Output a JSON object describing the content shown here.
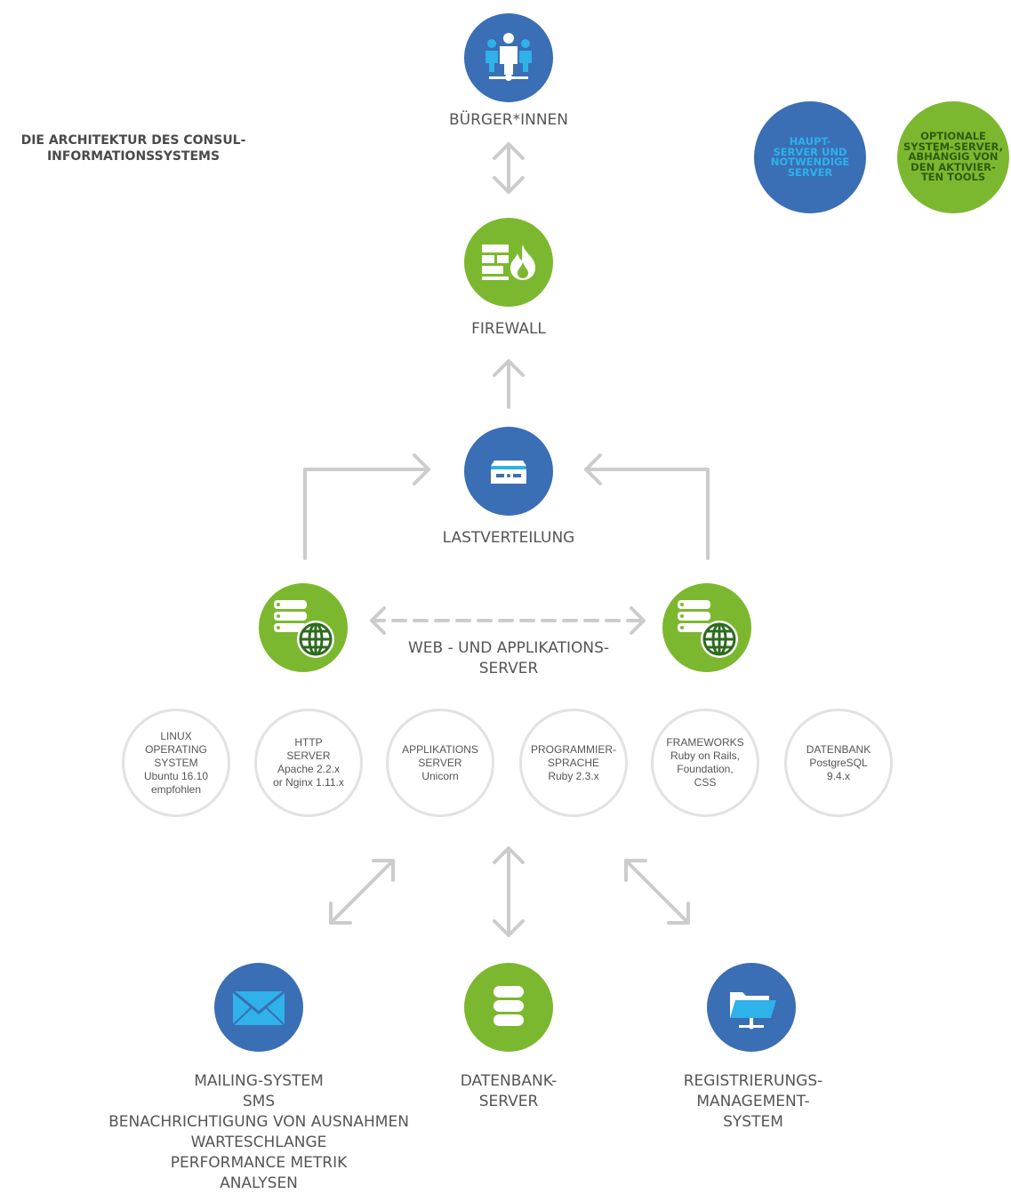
{
  "title": "DIE ARCHITEKTUR DES CONSUL-\nINFORMATIONSSYSTEMS",
  "legend": {
    "main_servers": "HAUPT-\nSERVER UND\nNOTWENDIGE\nSERVER",
    "optional_servers": "OPTIONALE\nSYSTEM-SERVER,\nABHÄNGIG VON\nDEN AKTIVIER-\nTEN TOOLS",
    "main_color": "#3a6eb5",
    "optional_color": "#7cb82f"
  },
  "nodes": {
    "citizens": {
      "label": "BÜRGER*INNEN",
      "icon": "users-network-icon"
    },
    "firewall": {
      "label": "FIREWALL",
      "icon": "firewall-icon"
    },
    "load_balancer": {
      "label": "LASTVERTEILUNG",
      "icon": "router-icon"
    },
    "web_app_servers": {
      "label": "WEB - UND APPLIKATIONS-\nSERVER",
      "icon": "server-globe-icon"
    },
    "mailing": {
      "label": "MAILING-SYSTEM\nSMS\nBENACHRICHTIGUNG VON AUSNAHMEN\nWARTESCHLANGE\nPERFORMANCE METRIK\nANALYSEN",
      "icon": "envelope-icon"
    },
    "database_server": {
      "label": "DATENBANK-\nSERVER",
      "icon": "database-icon"
    },
    "registration": {
      "label": "REGISTRIERUNGS-\nMANAGEMENT-\nSYSTEM",
      "icon": "network-folder-icon"
    }
  },
  "tech_stack": [
    {
      "title": "LINUX",
      "body": "OPERATING\nSYSTEM\nUbuntu 16.10\nempfohlen"
    },
    {
      "title": "HTTP",
      "body": "SERVER\nApache 2.2.x\nor Nginx 1.11.x"
    },
    {
      "title": "APPLIKATIONS",
      "body": "SERVER\nUnicorn"
    },
    {
      "title": "PROGRAMMIER-",
      "body": "SPRACHE\nRuby 2.3.x"
    },
    {
      "title": "FRAMEWORKS",
      "body": "Ruby on Rails,\nFoundation,\nCSS"
    },
    {
      "title": "DATENBANK",
      "body": "PostgreSQL\n9.4.x"
    }
  ]
}
